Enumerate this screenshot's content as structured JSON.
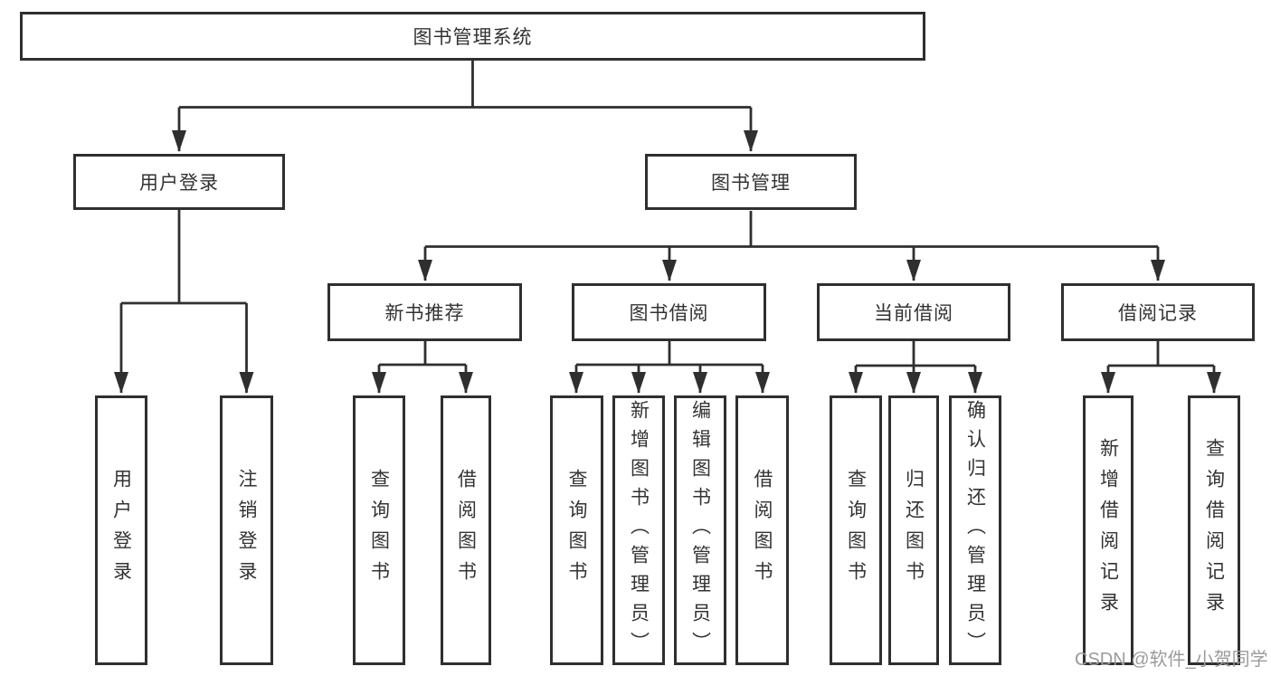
{
  "diagram_type": "function-structure-tree",
  "tree": {
    "label": "图书管理系统",
    "children": [
      {
        "label": "用户登录",
        "children": [
          {
            "label": "用户登录"
          },
          {
            "label": "注销登录"
          }
        ]
      },
      {
        "label": "图书管理",
        "children": [
          {
            "label": "新书推荐",
            "children": [
              {
                "label": "查询图书"
              },
              {
                "label": "借阅图书"
              }
            ]
          },
          {
            "label": "图书借阅",
            "children": [
              {
                "label": "查询图书"
              },
              {
                "label": "新增图书（管理员）"
              },
              {
                "label": "编辑图书（管理员）"
              },
              {
                "label": "借阅图书"
              }
            ]
          },
          {
            "label": "当前借阅",
            "children": [
              {
                "label": "查询图书"
              },
              {
                "label": "归还图书"
              },
              {
                "label": "确认归还（管理员）"
              }
            ]
          },
          {
            "label": "借阅记录",
            "children": [
              {
                "label": "新增借阅记录"
              },
              {
                "label": "查询借阅记录"
              }
            ]
          }
        ]
      }
    ]
  },
  "watermark": {
    "text": "CSDN @软件_小贺同学",
    "color": "#9b9b9b"
  },
  "colors": {
    "line": "#2f2f2f",
    "box_border": "#2f2f2f",
    "text": "#333333",
    "background": "#ffffff"
  }
}
